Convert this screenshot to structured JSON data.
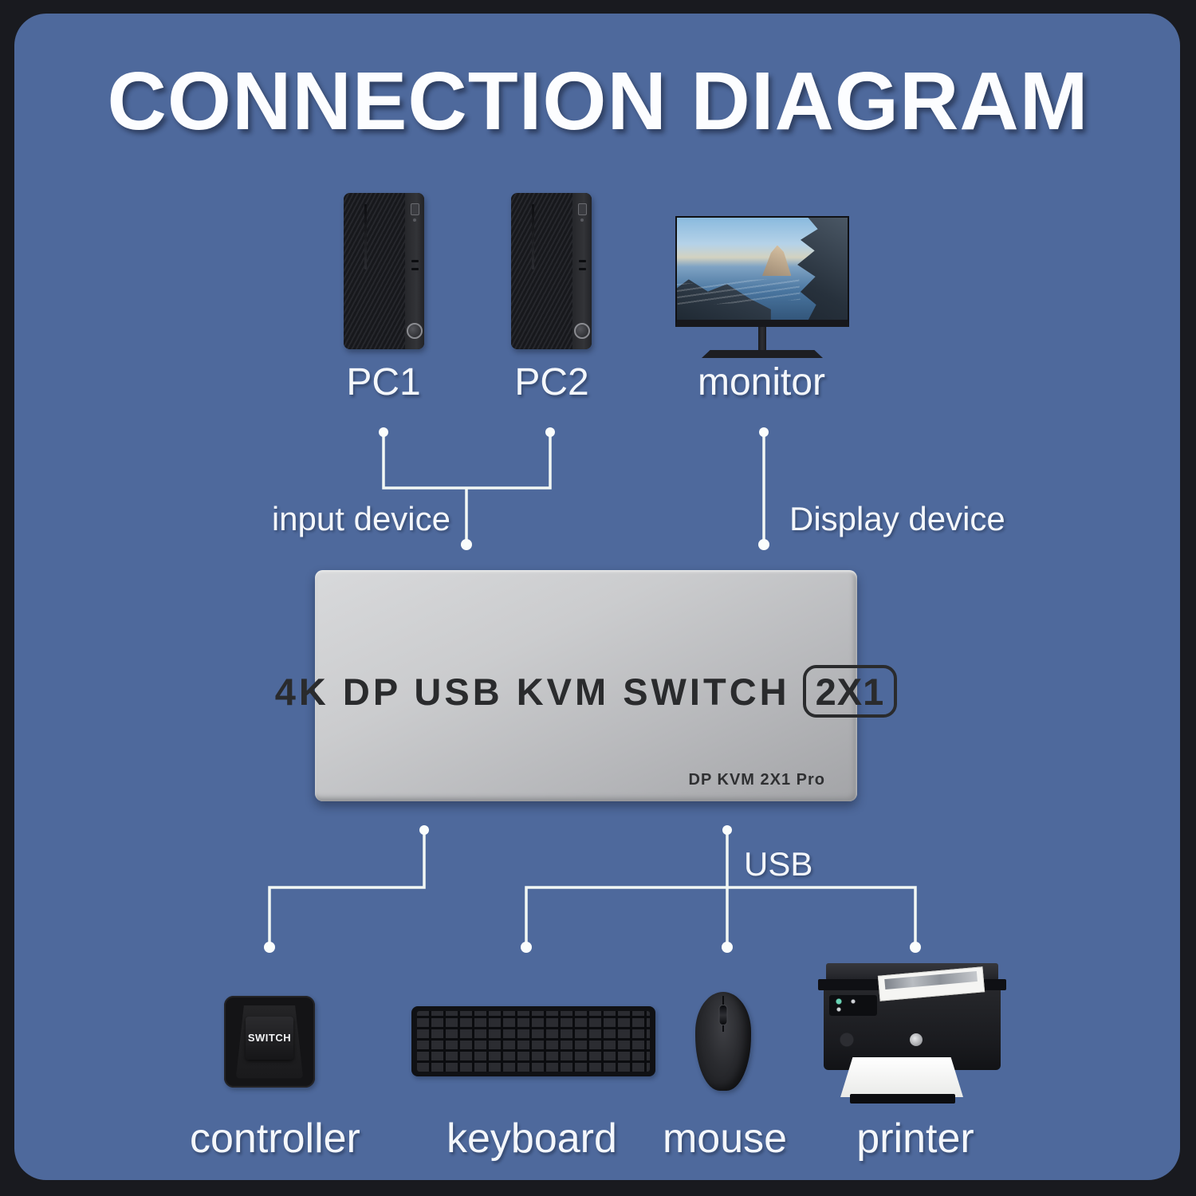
{
  "title": "CONNECTION DIAGRAM",
  "colors": {
    "panel_background": "#4e699c",
    "frame_background": "#191a1f",
    "connector_line": "#f2f7f4",
    "label_text": "#f4f7fb",
    "kvm_body": "#c3c4c7",
    "kvm_text": "#2a2b2d"
  },
  "sources": {
    "pc1": {
      "label": "PC1"
    },
    "pc2": {
      "label": "PC2"
    },
    "monitor": {
      "label": "monitor"
    }
  },
  "connections": {
    "input_label": "input device",
    "display_label": "Display device",
    "usb_label": "USB"
  },
  "kvm_switch": {
    "name": "4K DP USB KVM SWITCH",
    "ports_badge": "2X1",
    "model": "DP KVM 2X1 Pro"
  },
  "peripherals": {
    "controller": {
      "label": "controller",
      "button_text": "SWITCH"
    },
    "keyboard": {
      "label": "keyboard"
    },
    "mouse": {
      "label": "mouse"
    },
    "printer": {
      "label": "printer"
    }
  }
}
